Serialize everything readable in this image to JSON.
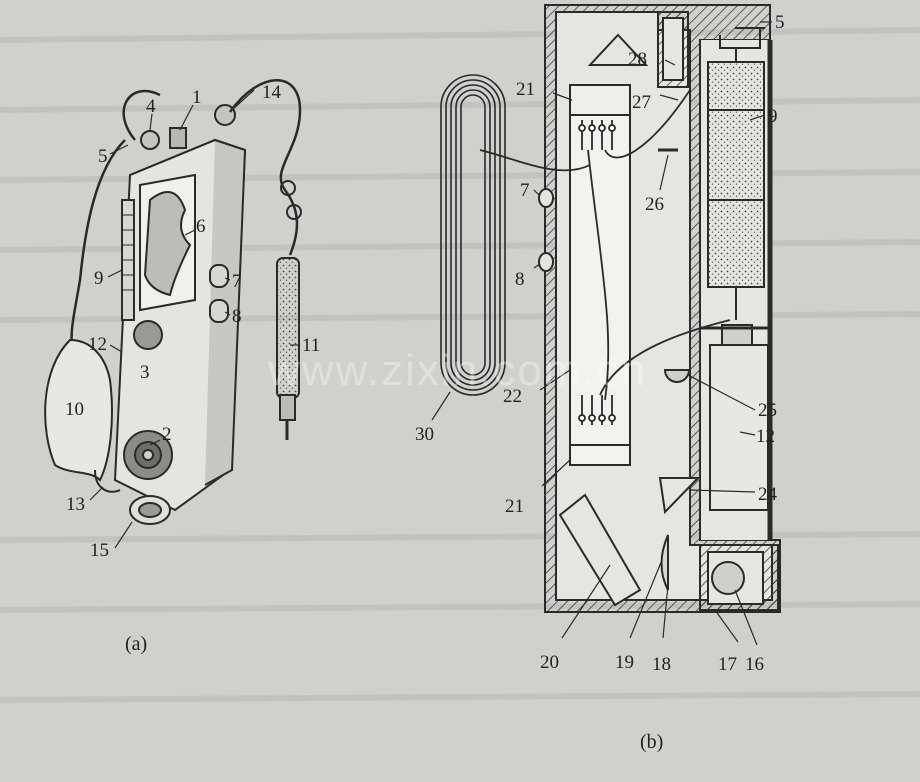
{
  "figure_a": {
    "caption": "(a)",
    "labels": [
      "1",
      "2",
      "3",
      "4",
      "5",
      "6",
      "7",
      "8",
      "9",
      "10",
      "11",
      "12",
      "13",
      "14",
      "15"
    ]
  },
  "figure_b": {
    "caption": "(b)",
    "labels": [
      "5",
      "7",
      "8",
      "9",
      "12",
      "16",
      "17",
      "18",
      "19",
      "20",
      "21",
      "21",
      "22",
      "24",
      "25",
      "26",
      "27",
      "28",
      "30"
    ]
  },
  "watermark": "www.zixin.com.cn",
  "colors": {
    "paper": "#cfd1cc",
    "ink": "#2a2a2a"
  }
}
